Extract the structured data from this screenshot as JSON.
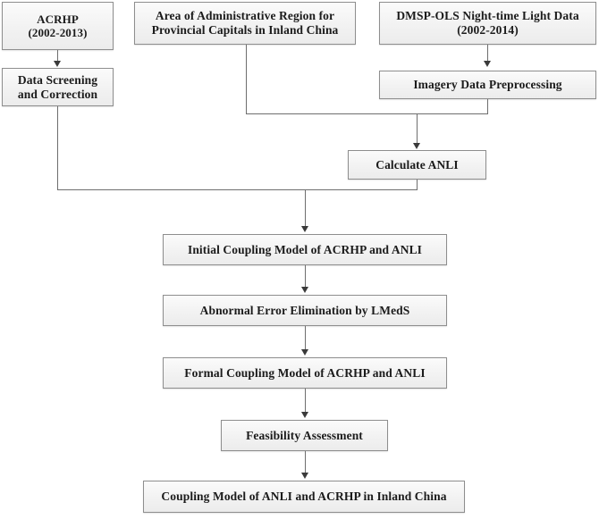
{
  "figure": {
    "type": "flowchart",
    "orientation": "top-to-bottom",
    "background_color": "#ffffff",
    "node_fill_color": "#f1f1f1",
    "node_border_color": "#8e8e8e",
    "connector_color": "#6e6e6e",
    "text_color": "#1b1b1b"
  },
  "nodes": {
    "acrhp": {
      "line1": "ACRHP",
      "line2": "(2002-2013)"
    },
    "data_screening": {
      "line1": "Data Screening",
      "line2": "and Correction"
    },
    "area_admin": {
      "line1": "Area of Administrative Region for",
      "line2": "Provincial Capitals in Inland China"
    },
    "dmsp_ols": {
      "line1": "DMSP-OLS Night-time Light Data",
      "line2": "(2002-2014)"
    },
    "imagery_preprocessing": {
      "line1": "Imagery Data Preprocessing"
    },
    "calculate_anli": {
      "line1": "Calculate ANLI"
    },
    "initial_coupling": {
      "line1": "Initial Coupling Model of ACRHP and ANLI"
    },
    "abnormal_error": {
      "line1": "Abnormal Error Elimination by LMedS"
    },
    "formal_coupling": {
      "line1": "Formal Coupling Model of ACRHP and ANLI"
    },
    "feasibility": {
      "line1": "Feasibility Assessment"
    },
    "final_coupling": {
      "line1": "Coupling Model of ANLI and ACRHP in Inland China"
    }
  },
  "edges": [
    {
      "from": "acrhp",
      "to": "data_screening",
      "style": "straight-arrow"
    },
    {
      "from": "data_screening",
      "to": "initial_coupling",
      "style": "elbow-merge"
    },
    {
      "from": "area_admin",
      "to": "calculate_anli",
      "style": "elbow-merge"
    },
    {
      "from": "dmsp_ols",
      "to": "imagery_preprocessing",
      "style": "straight-arrow"
    },
    {
      "from": "imagery_preprocessing",
      "to": "calculate_anli",
      "style": "elbow-arrow"
    },
    {
      "from": "calculate_anli",
      "to": "initial_coupling",
      "style": "elbow-arrow"
    },
    {
      "from": "initial_coupling",
      "to": "abnormal_error",
      "style": "straight-arrow"
    },
    {
      "from": "abnormal_error",
      "to": "formal_coupling",
      "style": "straight-arrow"
    },
    {
      "from": "formal_coupling",
      "to": "feasibility",
      "style": "straight-arrow"
    },
    {
      "from": "feasibility",
      "to": "final_coupling",
      "style": "straight-arrow"
    }
  ]
}
